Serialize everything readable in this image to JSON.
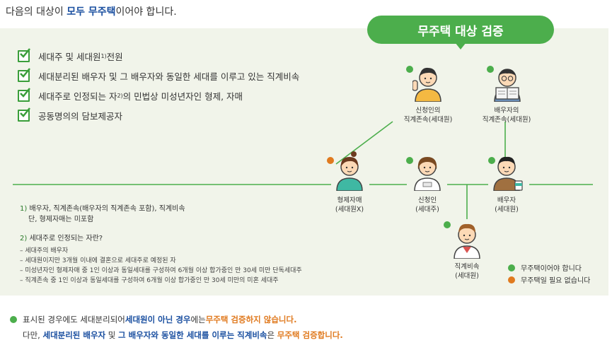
{
  "heading": {
    "pre": "다음의 대상이 ",
    "emph": "모두 무주택",
    "post": "이어야 합니다."
  },
  "badge_label": "무주택 대상 검증",
  "checklist": [
    {
      "text": "세대주 및 세대원",
      "sup": "1)",
      "tail": " 전원"
    },
    {
      "text": "세대분리된 배우자 및 그 배우자와 동일한 세대를 이루고 있는 직계비속",
      "sup": "",
      "tail": ""
    },
    {
      "text": "세대주로 인정되는 자",
      "sup": "2)",
      "tail": "의 민법상 미성년자인 형제, 자매"
    },
    {
      "text": "공동명의의 담보제공자",
      "sup": "",
      "tail": ""
    }
  ],
  "footnotes": {
    "note1_num": "1)",
    "note1_line1": "배우자, 직계존속(배우자의 직계존속 포함), 직계비속",
    "note1_line2": "단, 형제자매는 미포함",
    "note2_num": "2)",
    "note2_title": "세대주로 인정되는 자란?",
    "note2_items": [
      "세대주의 배우자",
      "세대원이지만 3개월 이내에 결혼으로 세대주로 예정된 자",
      "미성년자인 형제자매 중 1인 이상과 동일세대를 구성하여 6개월 이상 합가중인 만 30세 미만 단독세대주",
      "직계존속 중 1인 이상과 동일세대를 구성하여 6개월 이상 합가중인 만 30세 미만의 미혼 세대주"
    ]
  },
  "people": {
    "applicant_parents": {
      "line1": "신청인의",
      "line2": "직계존속(세대원)"
    },
    "spouse_parents": {
      "line1": "배우자의",
      "line2": "직계존속(세대원)"
    },
    "siblings": {
      "line1": "형제자매",
      "line2": "(세대원X)"
    },
    "applicant": {
      "line1": "신청인",
      "line2": "(세대주)"
    },
    "spouse": {
      "line1": "배우자",
      "line2": "(세대원)"
    },
    "descendant": {
      "line1": "직계비속",
      "line2": "(세대원)"
    }
  },
  "legend": {
    "green": "무주택이어야 합니다",
    "orange": "무주택일 필요 없습니다"
  },
  "bottom": {
    "line1": {
      "a": "표시된 경우에도 세대분리되어 ",
      "b": "세대원이 아닌 경우",
      "c": "에는 ",
      "d": "무주택 검증하지 않습니다."
    },
    "line2": {
      "a": "다만, ",
      "b": "세대분리된 배우자",
      "c": " 및 ",
      "d": "그 배우자와 동일한 세대를 이루는 직계비속",
      "e": "은 ",
      "f": "무주택 검증합니다."
    }
  },
  "colors": {
    "green": "#4cae4c",
    "orange": "#e07a1f",
    "blue": "#1a4fa0",
    "panel": "#f1f4ea"
  }
}
